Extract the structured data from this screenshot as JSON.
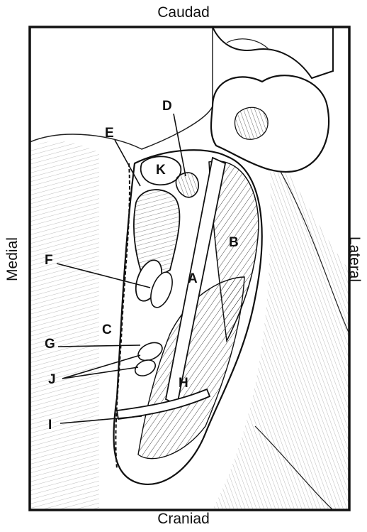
{
  "orientation": {
    "top": "Caudad",
    "bottom": "Craniad",
    "left": "Medial",
    "right": "Lateral"
  },
  "labels": {
    "A": "A",
    "B": "B",
    "C": "C",
    "D": "D",
    "E": "E",
    "F": "F",
    "G": "G",
    "H": "H",
    "I": "I",
    "J": "J",
    "K": "K"
  },
  "colors": {
    "ink": "#111111",
    "paper": "#ffffff"
  }
}
